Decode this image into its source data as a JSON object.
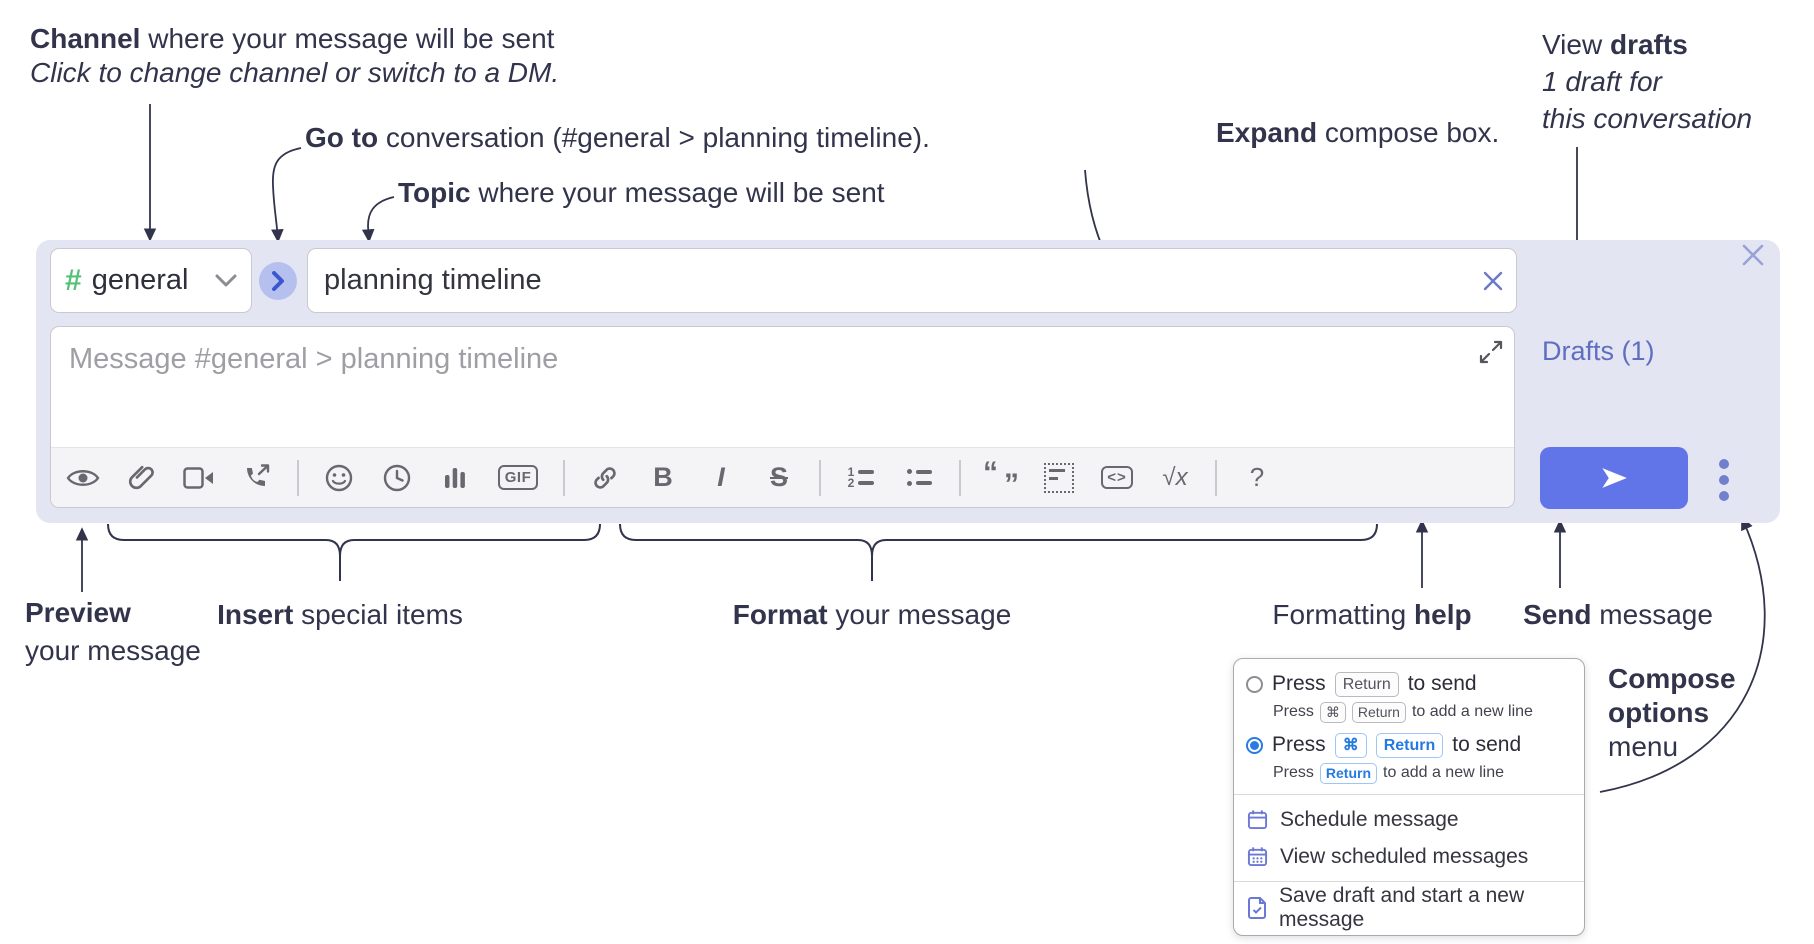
{
  "annotations": {
    "channel_title_bold": "Channel",
    "channel_title_rest": " where your message will be sent",
    "channel_subtitle": "Click to change channel or switch to a DM.",
    "goto_bold": "Go to",
    "goto_rest": " conversation (#general > planning timeline).",
    "topic_bold": "Topic",
    "topic_rest": " where your message will be sent",
    "expand_bold": "Expand",
    "expand_rest": " compose box.",
    "drafts_pre": "View ",
    "drafts_bold": "drafts",
    "drafts_line2": "1 draft for",
    "drafts_line3": "this conversation",
    "preview_bold": "Preview",
    "preview_line2": "your message",
    "insert_bold": "Insert",
    "insert_rest": " special items",
    "format_bold": "Format",
    "format_rest": " your message",
    "help_pre": "Formatting ",
    "help_bold": "help",
    "send_bold": "Send",
    "send_rest": " message",
    "compose_opts_bold1": "Compose",
    "compose_opts_bold2": "options",
    "compose_opts_rest": "menu"
  },
  "compose": {
    "channel_hash": "#",
    "channel_name": "general",
    "topic_value": "planning timeline",
    "message_placeholder": "Message #general > planning timeline",
    "drafts_link": "Drafts (1)",
    "bold_label": "B",
    "italic_label": "I",
    "strike_label": "S",
    "ol_num1": "1",
    "ol_num2": "2",
    "quote_open": "“",
    "quote_close": "”",
    "code_label": "<>",
    "gif_label": "GIF",
    "math_label": "√x",
    "help_label": "?"
  },
  "menu": {
    "option1": {
      "press": "Press",
      "key1": "Return",
      "after": "to send",
      "sub_press": "Press",
      "sub_key1": "⌘",
      "sub_key2": "Return",
      "sub_after": "to add a new line"
    },
    "option2": {
      "press": "Press",
      "key1": "⌘",
      "key2": "Return",
      "after": "to send",
      "sub_press": "Press",
      "sub_key1": "Return",
      "sub_after": "to add a new line"
    },
    "items": [
      "Schedule message",
      "View scheduled messages",
      "Save draft and start a new message"
    ]
  },
  "colors": {
    "send_accent": "#6174e8",
    "compose_bg": "#e3e5f3",
    "hash_green": "#55c078",
    "link_purple": "#5f6ec0",
    "selected_blue": "#2a7ce2",
    "menu_icon_purple": "#6b78d8",
    "annotation_ink": "#31344b"
  }
}
